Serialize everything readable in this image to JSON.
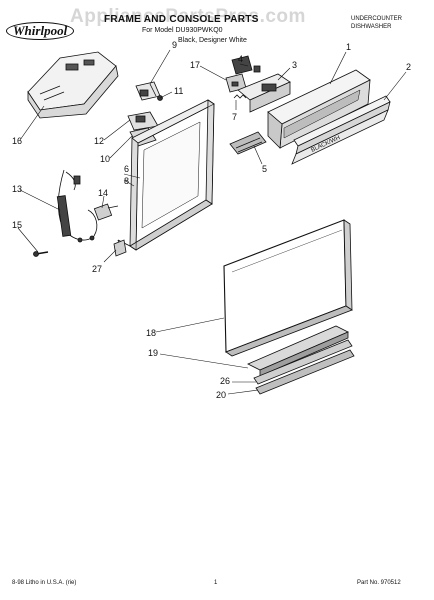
{
  "watermark": "AppliancePartsPros.com",
  "header": {
    "brand_logo": "Whirlpool",
    "title": "FRAME AND CONSOLE PARTS",
    "model_line": "For Model DU930PWKQ0",
    "color_line": "Black, Designer White",
    "product_line1": "UNDERCOUNTER",
    "product_line2": "DISHWASHER"
  },
  "diagram": {
    "part_labels": [
      "1",
      "2",
      "3",
      "4",
      "5",
      "6",
      "7",
      "8",
      "9",
      "10",
      "11",
      "12",
      "13",
      "14",
      "15",
      "16",
      "17",
      "18",
      "19",
      "20",
      "26",
      "27"
    ],
    "panel_badge": "BLACK/WH"
  },
  "footer": {
    "left": "8-98 Litho in U.S.A. (rie)",
    "page": "1",
    "part_no": "Part No. 970512"
  }
}
